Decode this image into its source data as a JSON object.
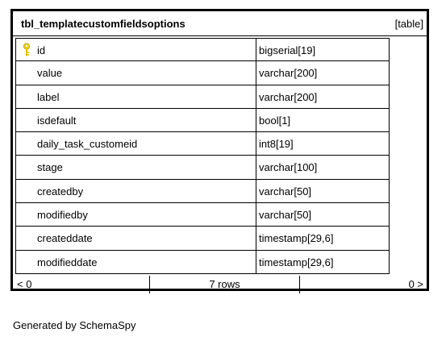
{
  "table": {
    "name": "tbl_templatecustomfieldsoptions",
    "kind": "[table]",
    "columns": [
      {
        "name": "id",
        "type": "bigserial[19]",
        "primary_key": true
      },
      {
        "name": "value",
        "type": "varchar[200]"
      },
      {
        "name": "label",
        "type": "varchar[200]"
      },
      {
        "name": "isdefault",
        "type": "bool[1]"
      },
      {
        "name": "daily_task_customeid",
        "type": "int8[19]"
      },
      {
        "name": "stage",
        "type": "varchar[100]"
      },
      {
        "name": "createdby",
        "type": "varchar[50]"
      },
      {
        "name": "modifiedby",
        "type": "varchar[50]"
      },
      {
        "name": "createddate",
        "type": "timestamp[29,6]"
      },
      {
        "name": "modifieddate",
        "type": "timestamp[29,6]"
      }
    ],
    "footer": {
      "parents": "< 0",
      "rows": "7 rows",
      "children": "0 >"
    }
  },
  "generated_by": "Generated by SchemaSpy",
  "colors": {
    "border": "#000000",
    "key_icon": "#f0d000"
  },
  "icons": {
    "primary_key": "key-icon"
  }
}
